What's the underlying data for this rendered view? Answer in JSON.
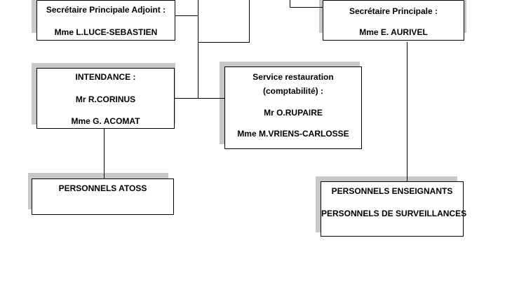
{
  "boxes": {
    "secretaire_adjoint": {
      "title": "Secrétaire Principale Adjoint :",
      "name": "Mme L.LUCE-SEBASTIEN"
    },
    "secretaire_principale": {
      "title": "Secrétaire Principale :",
      "name": "Mme E. AURIVEL"
    },
    "intendance": {
      "title": "INTENDANCE :",
      "name1": "Mr  R.CORINUS",
      "name2": "Mme G. ACOMAT"
    },
    "restauration": {
      "title1": "Service restauration",
      "title2": "(comptabilité) :",
      "name1": "Mr O.RUPAIRE",
      "name2": "Mme M.VRIENS-CARLOSSE"
    },
    "atoss": {
      "label": "PERSONNELS ATOSS"
    },
    "enseignants": {
      "line1": "PERSONNELS ENSEIGNANTS",
      "line2": "PERSONNELS DE SURVEILLANCES"
    }
  },
  "colors": {
    "border": "#000000",
    "shadow": "#c8c8c8",
    "background": "#ffffff"
  }
}
